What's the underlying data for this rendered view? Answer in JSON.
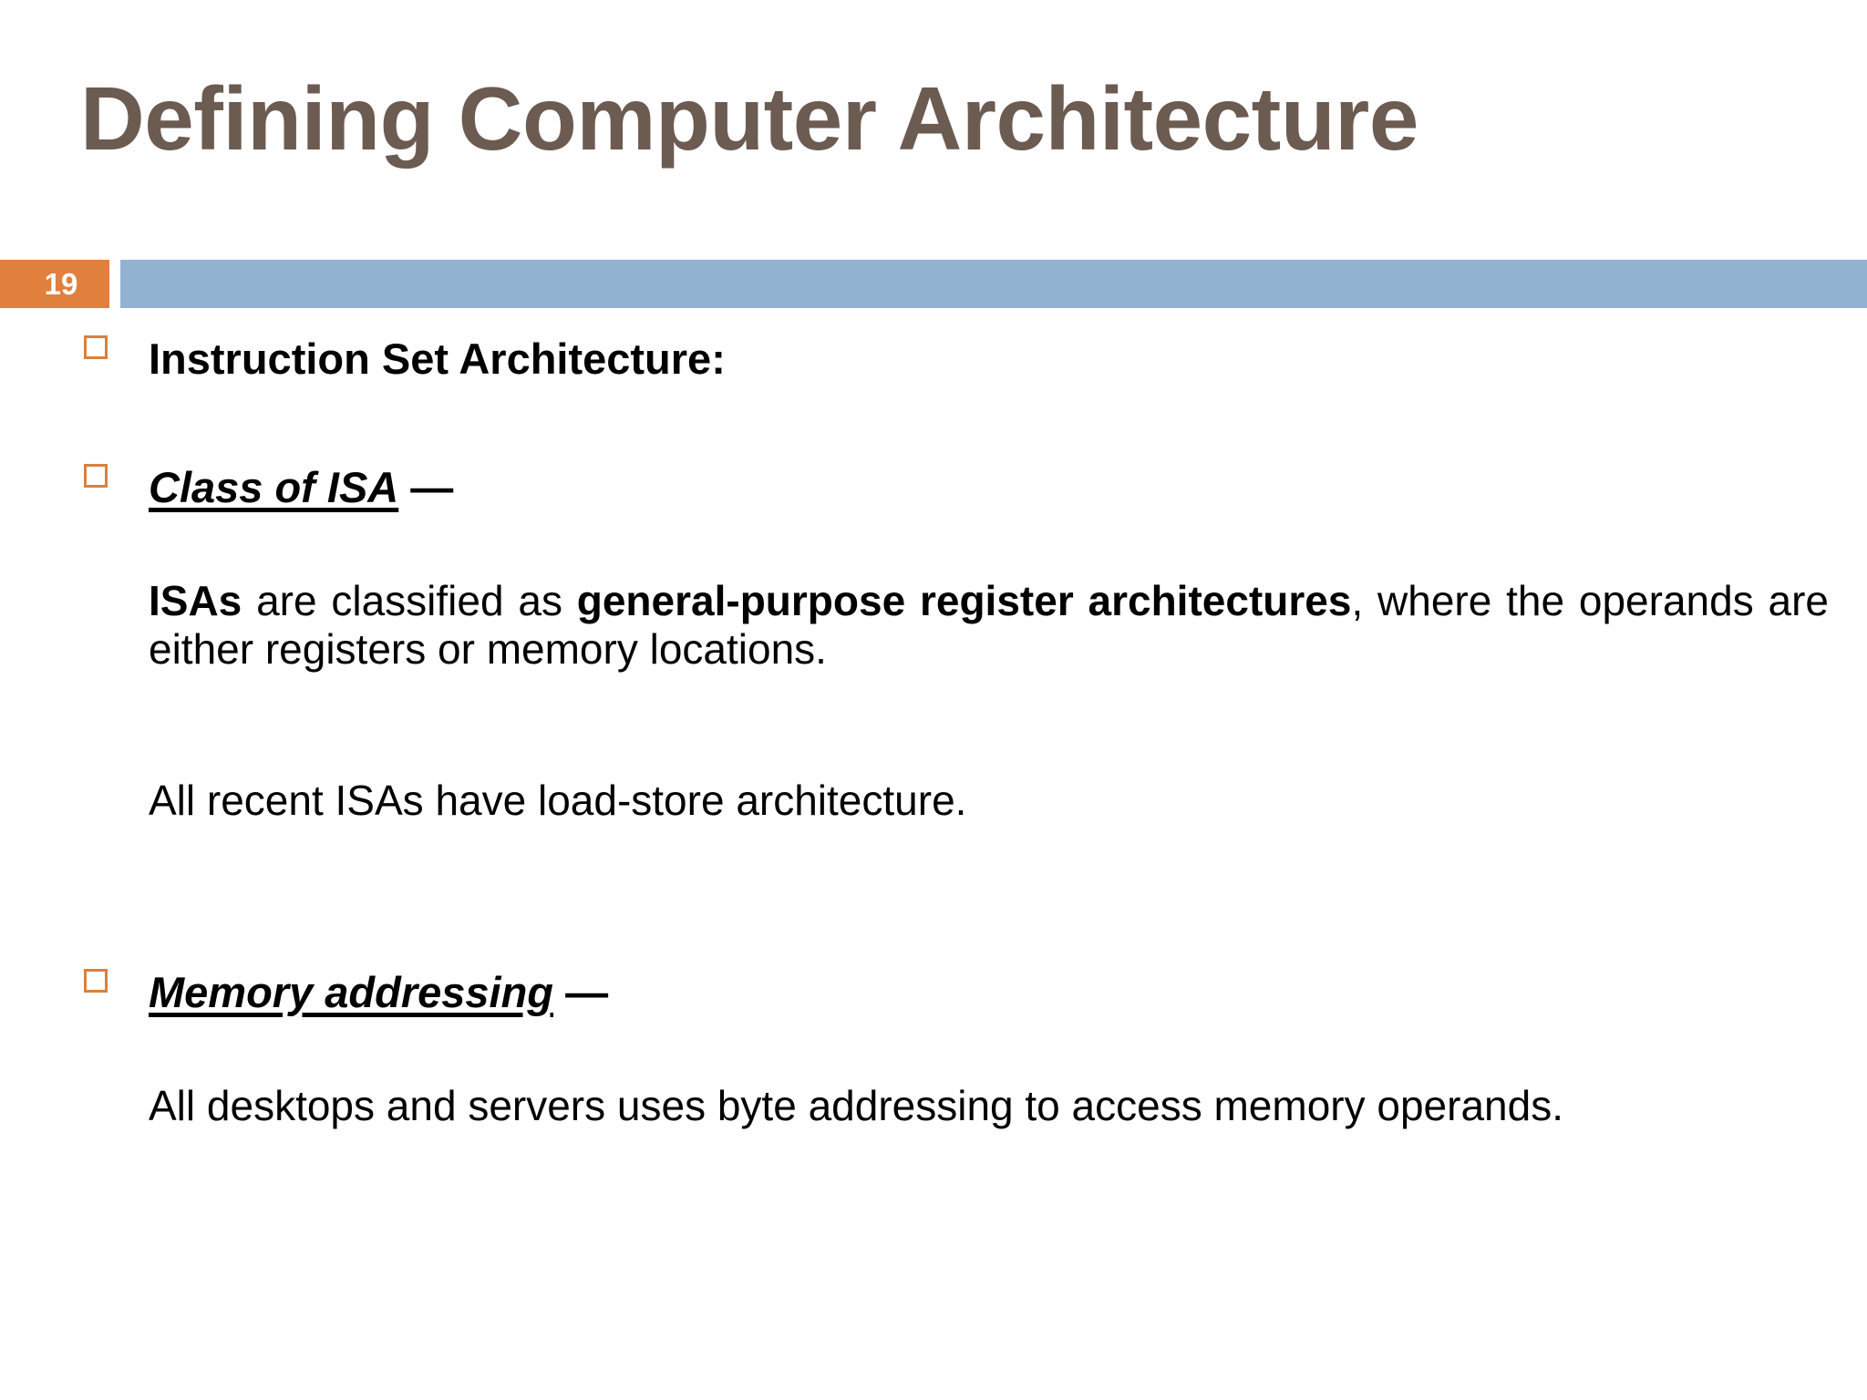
{
  "slide": {
    "title": "Defining Computer Architecture",
    "number": "19",
    "colors": {
      "title": "#6C5B51",
      "badge": "#E0803C",
      "divider": "#92B2D1",
      "bullet": "#D9813F",
      "text": "#000000",
      "background": "#FFFFFF"
    }
  },
  "content": {
    "bullet1": {
      "heading": "Instruction Set Architecture:"
    },
    "bullet2": {
      "heading_emphasis": "Class of ISA",
      "heading_dash": " —",
      "paragraph1": {
        "run1_bold": "ISAs",
        "run2": " are classified as ",
        "run3_bold": "general-purpose register architectures",
        "run4": ", where the operands are either registers or memory locations."
      },
      "paragraph2": "All recent ISAs have load-store architecture."
    },
    "bullet3": {
      "heading_emphasis": "Memory addressing",
      "heading_dash": " —",
      "paragraph1": "All desktops and servers uses byte addressing to access memory operands."
    }
  }
}
